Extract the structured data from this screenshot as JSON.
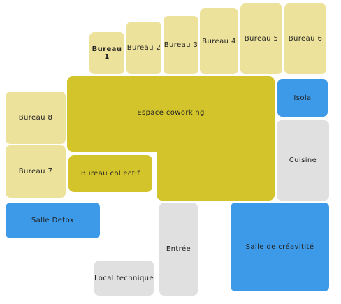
{
  "floor_plan": {
    "rooms": {
      "bureau_1": "Bureau 1",
      "bureau_2": "Bureau 2",
      "bureau_3": "Bureau 3",
      "bureau_4": "Bureau 4",
      "bureau_5": "Bureau 5",
      "bureau_6": "Bureau 6",
      "bureau_7": "Bureau 7",
      "bureau_8": "Bureau 8",
      "coworking": "Espace coworking",
      "bureau_collectif": "Bureau collectif",
      "isola": "Isola",
      "cuisine": "Cuisine",
      "salle_detox": "Salle Detox",
      "entree": "Entrée",
      "salle_creativite": "Salle de créavitité",
      "local_technique": "Local technique"
    },
    "colors": {
      "office": "#ede29b",
      "coworking": "#d4c42b",
      "service": "#e0e0e0",
      "meeting": "#3d9ae8"
    }
  }
}
